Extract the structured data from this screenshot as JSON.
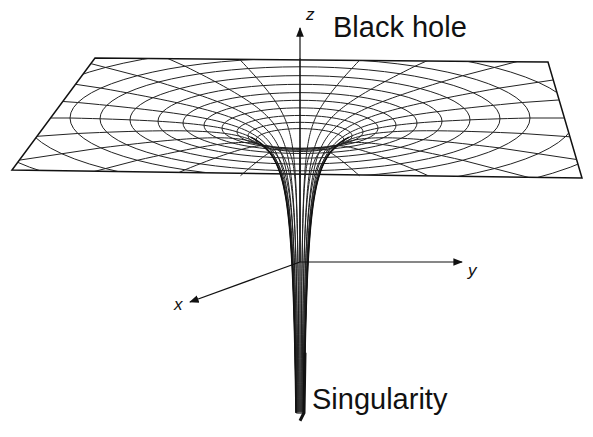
{
  "diagram": {
    "labels": [
      "Black hole",
      "z",
      "y",
      "x",
      "Singularity"
    ]
  }
}
